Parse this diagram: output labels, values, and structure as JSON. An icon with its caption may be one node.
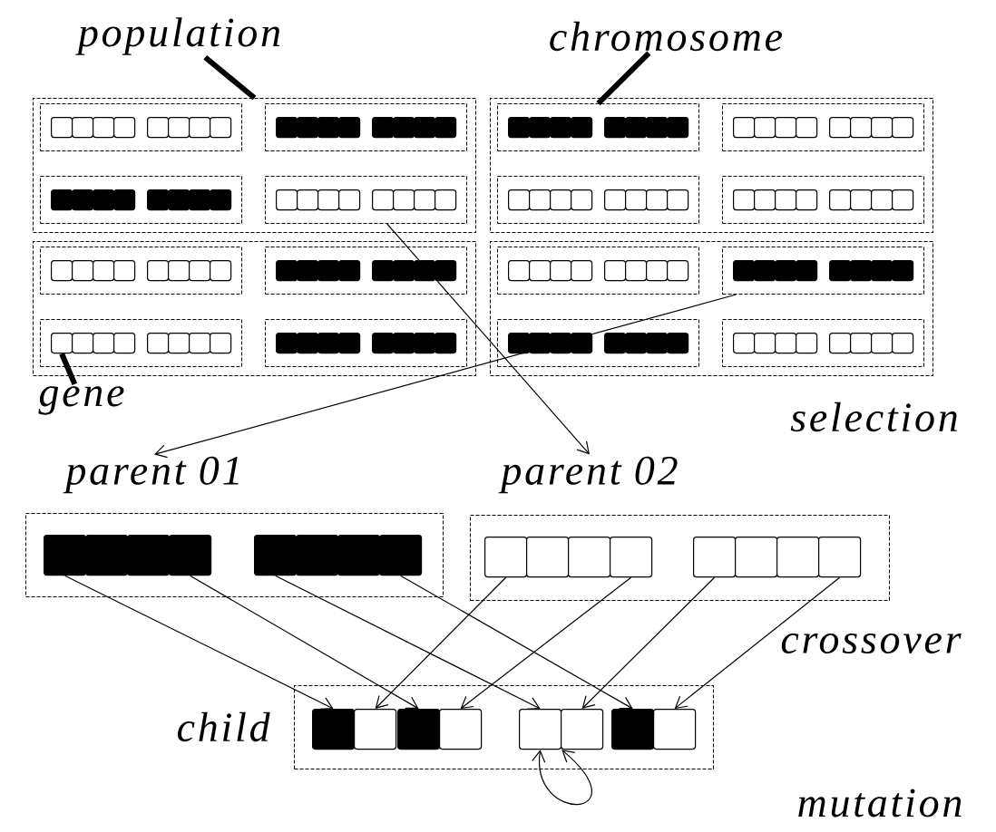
{
  "diagram": {
    "nodes": [
      {
        "text": [
          "population"
        ]
      },
      {
        "text": [
          "chromosome"
        ]
      },
      {
        "text": [],
        "shape": "box"
      },
      {
        "text": [],
        "shape": "box",
        "in": 2
      },
      {
        "text": [],
        "shape": "box",
        "in": 3
      },
      {
        "text": [],
        "shape": "box",
        "in": 3
      },
      {
        "text": [],
        "shape": "box",
        "in": 3
      },
      {
        "text": [],
        "shape": "box",
        "in": 3
      },
      {
        "text": [],
        "shape": "box",
        "in": 3
      },
      {
        "text": [],
        "shape": "box",
        "in": 3
      },
      {
        "text": [],
        "shape": "box",
        "in": 3
      },
      {
        "text": [],
        "shape": "box",
        "in": 3
      },
      {
        "text": [],
        "shape": "box",
        "in": 2
      },
      {
        "text": [],
        "shape": "box",
        "in": 12
      },
      {
        "text": [],
        "shape": "box",
        "in": 12
      },
      {
        "text": [],
        "shape": "box",
        "in": 12
      },
      {
        "text": [],
        "shape": "box",
        "in": 12
      },
      {
        "text": [],
        "shape": "box",
        "in": 12
      },
      {
        "text": [],
        "shape": "box",
        "in": 12
      },
      {
        "text": [],
        "shape": "box",
        "in": 12
      },
      {
        "text": [],
        "shape": "box",
        "in": 12
      },
      {
        "text": [],
        "shape": "box",
        "in": 2
      },
      {
        "text": [],
        "shape": "box",
        "in": 21
      },
      {
        "text": [],
        "shape": "box",
        "in": 21
      },
      {
        "text": [],
        "shape": "box",
        "in": 21
      },
      {
        "text": [],
        "shape": "box",
        "in": 21
      },
      {
        "text": [],
        "shape": "box",
        "in": 21
      },
      {
        "text": [],
        "shape": "box",
        "in": 21
      },
      {
        "text": [],
        "shape": "box",
        "in": 21
      },
      {
        "text": [],
        "shape": "box",
        "in": 21
      },
      {
        "text": [],
        "shape": "box",
        "in": 2
      },
      {
        "text": [],
        "shape": "box",
        "in": 30
      },
      {
        "text": [],
        "shape": "box",
        "in": 30
      },
      {
        "text": [],
        "shape": "box",
        "in": 30
      },
      {
        "text": [],
        "shape": "box",
        "in": 30
      },
      {
        "text": [],
        "shape": "box",
        "in": 30
      },
      {
        "text": [],
        "shape": "box",
        "in": 30
      },
      {
        "text": [],
        "shape": "box",
        "in": 30
      },
      {
        "text": [],
        "shape": "box",
        "in": 30
      },
      {
        "text": [],
        "shape": "box"
      },
      {
        "text": [],
        "shape": "box",
        "in": 39
      },
      {
        "text": [],
        "shape": "box",
        "in": 40
      },
      {
        "text": [],
        "shape": "box",
        "in": 40
      },
      {
        "text": [],
        "shape": "box",
        "in": 40
      },
      {
        "text": [],
        "shape": "box",
        "in": 40
      },
      {
        "text": [],
        "shape": "box",
        "in": 40
      },
      {
        "text": [],
        "shape": "box",
        "in": 40
      },
      {
        "text": [],
        "shape": "box",
        "in": 40
      },
      {
        "text": [],
        "shape": "box",
        "in": 40
      },
      {
        "text": [],
        "shape": "box",
        "in": 39
      },
      {
        "text": [],
        "shape": "box",
        "in": 49
      },
      {
        "text": [],
        "shape": "box",
        "in": 49
      },
      {
        "text": [],
        "shape": "box",
        "in": 49
      },
      {
        "text": [],
        "shape": "box",
        "in": 49
      },
      {
        "text": [],
        "shape": "box",
        "in": 49
      },
      {
        "text": [],
        "shape": "box",
        "in": 49
      },
      {
        "text": [],
        "shape": "box",
        "in": 49
      },
      {
        "text": [],
        "shape": "box",
        "in": 49
      },
      {
        "text": [],
        "shape": "box",
        "in": 39
      },
      {
        "text": [],
        "shape": "box",
        "in": 58
      },
      {
        "text": [],
        "shape": "box",
        "in": 58
      },
      {
        "text": [],
        "shape": "box",
        "in": 58
      },
      {
        "text": [],
        "shape": "box",
        "in": 58
      },
      {
        "text": [],
        "shape": "box",
        "in": 58
      },
      {
        "text": [],
        "shape": "box",
        "in": 58
      },
      {
        "text": [],
        "shape": "box",
        "in": 58
      },
      {
        "text": [],
        "shape": "box",
        "in": 58
      },
      {
        "text": [],
        "shape": "box",
        "in": 39
      },
      {
        "text": [],
        "shape": "box",
        "in": 67
      },
      {
        "text": [],
        "shape": "box",
        "in": 67
      },
      {
        "text": [],
        "shape": "box",
        "in": 67
      },
      {
        "text": [],
        "shape": "box",
        "in": 67
      },
      {
        "text": [],
        "shape": "box",
        "in": 67
      },
      {
        "text": [],
        "shape": "box",
        "in": 67
      },
      {
        "text": [],
        "shape": "box",
        "in": 67
      },
      {
        "text": [],
        "shape": "box",
        "in": 67
      },
      {
        "text": [],
        "shape": "box"
      },
      {
        "text": [],
        "shape": "box",
        "in": 76
      },
      {
        "text": [],
        "shape": "box",
        "in": 77
      },
      {
        "text": [],
        "shape": "box",
        "in": 77
      },
      {
        "text": [],
        "shape": "box",
        "in": 77
      },
      {
        "text": [],
        "shape": "box",
        "in": 77
      },
      {
        "text": [],
        "shape": "box",
        "in": 77
      },
      {
        "text": [],
        "shape": "box",
        "in": 77
      },
      {
        "text": [],
        "shape": "box",
        "in": 77
      },
      {
        "text": [],
        "shape": "box",
        "in": 77
      },
      {
        "text": [],
        "shape": "box",
        "in": 76
      },
      {
        "text": [],
        "shape": "box",
        "in": 86
      },
      {
        "text": [],
        "shape": "box",
        "in": 86
      },
      {
        "text": [],
        "shape": "box",
        "in": 86
      },
      {
        "text": [],
        "shape": "box",
        "in": 86
      },
      {
        "text": [],
        "shape": "box",
        "in": 86
      },
      {
        "text": [],
        "shape": "box",
        "in": 86
      },
      {
        "text": [],
        "shape": "box",
        "in": 86
      },
      {
        "text": [],
        "shape": "box",
        "in": 86
      },
      {
        "text": [],
        "shape": "box",
        "in": 76
      },
      {
        "text": [],
        "shape": "box",
        "in": 95
      },
      {
        "text": [],
        "shape": "box",
        "in": 95
      },
      {
        "text": [],
        "shape": "box",
        "in": 95
      },
      {
        "text": [],
        "shape": "box",
        "in": 95
      },
      {
        "text": [],
        "shape": "box",
        "in": 95
      },
      {
        "text": [],
        "shape": "box",
        "in": 95
      },
      {
        "text": [],
        "shape": "box",
        "in": 95
      },
      {
        "text": [],
        "shape": "box",
        "in": 95
      },
      {
        "text": [],
        "shape": "box",
        "in": 76
      },
      {
        "text": [],
        "shape": "box",
        "in": 104
      },
      {
        "text": [],
        "shape": "box",
        "in": 104
      },
      {
        "text": [],
        "shape": "box",
        "in": 104
      },
      {
        "text": [],
        "shape": "box",
        "in": 104
      },
      {
        "text": [],
        "shape": "box",
        "in": 104
      },
      {
        "text": [],
        "shape": "box",
        "in": 104
      },
      {
        "text": [],
        "shape": "box",
        "in": 104
      },
      {
        "text": [],
        "shape": "box",
        "in": 104
      },
      {
        "text": [],
        "shape": "box"
      },
      {
        "text": [],
        "shape": "box",
        "in": 113
      },
      {
        "text": [],
        "shape": "box",
        "in": 114
      },
      {
        "text": [],
        "shape": "box",
        "in": 114
      },
      {
        "text": [],
        "shape": "box",
        "in": 114
      },
      {
        "text": [],
        "shape": "box",
        "in": 114
      },
      {
        "text": [],
        "shape": "box",
        "in": 114
      },
      {
        "text": [],
        "shape": "box",
        "in": 114
      },
      {
        "text": [],
        "shape": "box",
        "in": 114
      },
      {
        "text": [],
        "shape": "box",
        "in": 114
      },
      {
        "text": [],
        "shape": "box",
        "in": 113
      },
      {
        "text": [],
        "shape": "box",
        "in": 123
      },
      {
        "text": [],
        "shape": "box",
        "in": 123
      },
      {
        "text": [],
        "shape": "box",
        "in": 123
      },
      {
        "text": [],
        "shape": "box",
        "in": 123
      },
      {
        "text": [],
        "shape": "box",
        "in": 123
      },
      {
        "text": [],
        "shape": "box",
        "in": 123
      },
      {
        "text": [],
        "shape": "box",
        "in": 123
      },
      {
        "text": [],
        "shape": "box",
        "in": 123
      },
      {
        "text": [],
        "shape": "box",
        "in": 113
      },
      {
        "text": [],
        "shape": "box",
        "in": 132
      },
      {
        "text": [],
        "shape": "box",
        "in": 132
      },
      {
        "text": [],
        "shape": "box",
        "in": 132
      },
      {
        "text": [],
        "shape": "box",
        "in": 132
      },
      {
        "text": [],
        "shape": "box",
        "in": 132
      },
      {
        "text": [],
        "shape": "box",
        "in": 132
      },
      {
        "text": [],
        "shape": "box",
        "in": 132
      },
      {
        "text": [],
        "shape": "box",
        "in": 132
      },
      {
        "text": [],
        "shape": "box",
        "in": 113
      },
      {
        "text": [],
        "shape": "box",
        "in": 141
      },
      {
        "text": [],
        "shape": "box",
        "in": 141
      },
      {
        "text": [],
        "shape": "box",
        "in": 141
      },
      {
        "text": [],
        "shape": "box",
        "in": 141
      },
      {
        "text": [],
        "shape": "box",
        "in": 141
      },
      {
        "text": [],
        "shape": "box",
        "in": 141
      },
      {
        "text": [],
        "shape": "box",
        "in": 141
      },
      {
        "text": [],
        "shape": "box",
        "in": 141
      },
      {
        "text": [
          "gene"
        ]
      },
      {
        "text": [
          "parent 01"
        ]
      },
      {
        "text": [],
        "shape": "box",
        "in": 151
      },
      {
        "text": [],
        "shape": "box",
        "in": 151
      },
      {
        "text": [],
        "shape": "box",
        "in": 151
      },
      {
        "text": [],
        "shape": "box",
        "in": 151
      },
      {
        "text": [],
        "shape": "box",
        "in": 151
      },
      {
        "text": [],
        "shape": "box",
        "in": 151
      },
      {
        "text": [],
        "shape": "box",
        "in": 151
      },
      {
        "text": [],
        "shape": "box",
        "in": 151
      },
      {
        "text": [
          "parent 02"
        ]
      },
      {
        "text": [],
        "shape": "box",
        "in": 160
      },
      {
        "text": [],
        "shape": "box",
        "in": 160
      },
      {
        "text": [],
        "shape": "box",
        "in": 160
      },
      {
        "text": [],
        "shape": "box",
        "in": 160
      },
      {
        "text": [],
        "shape": "box",
        "in": 160
      },
      {
        "text": [],
        "shape": "box",
        "in": 160
      },
      {
        "text": [],
        "shape": "box",
        "in": 160
      },
      {
        "text": [],
        "shape": "box",
        "in": 160
      },
      {
        "text": [
          "child"
        ]
      },
      {
        "text": [],
        "shape": "box",
        "in": 169
      },
      {
        "text": [],
        "shape": "box",
        "in": 169
      },
      {
        "text": [],
        "shape": "box",
        "in": 169
      },
      {
        "text": [],
        "shape": "box",
        "in": 169
      },
      {
        "text": [],
        "shape": "box",
        "in": 169
      },
      {
        "text": [],
        "shape": "box",
        "in": 169
      },
      {
        "text": [],
        "shape": "box",
        "in": 169
      },
      {
        "text": [],
        "shape": "box",
        "in": 169
      }
    ],
    "edges": [
      {
        "from": 0,
        "to": 2,
        "arrow": "none",
        "style": "thick"
      },
      {
        "from": 1,
        "to": 40,
        "arrow": "none",
        "style": "thick"
      },
      {
        "from": 150,
        "to": 96,
        "arrow": "none",
        "style": "thick"
      },
      {
        "from": 30,
        "to": 160,
        "arrow": "to"
      },
      {
        "from": 123,
        "to": 151,
        "arrow": "to"
      },
      {
        "from": 152,
        "to": 170,
        "arrow": "to"
      },
      {
        "from": 155,
        "to": 172,
        "arrow": "to"
      },
      {
        "from": 156,
        "to": 174,
        "arrow": "to"
      },
      {
        "from": 159,
        "to": 176,
        "arrow": "to"
      },
      {
        "from": 161,
        "to": 171,
        "arrow": "to"
      },
      {
        "from": 164,
        "to": 173,
        "arrow": "to"
      },
      {
        "from": 165,
        "to": 175,
        "arrow": "to"
      },
      {
        "from": 168,
        "to": 177,
        "arrow": "to"
      },
      {
        "from": 174,
        "to": 174,
        "arrow": "both"
      }
    ],
    "labels": [
      "selection",
      "crossover",
      "mutation"
    ]
  }
}
